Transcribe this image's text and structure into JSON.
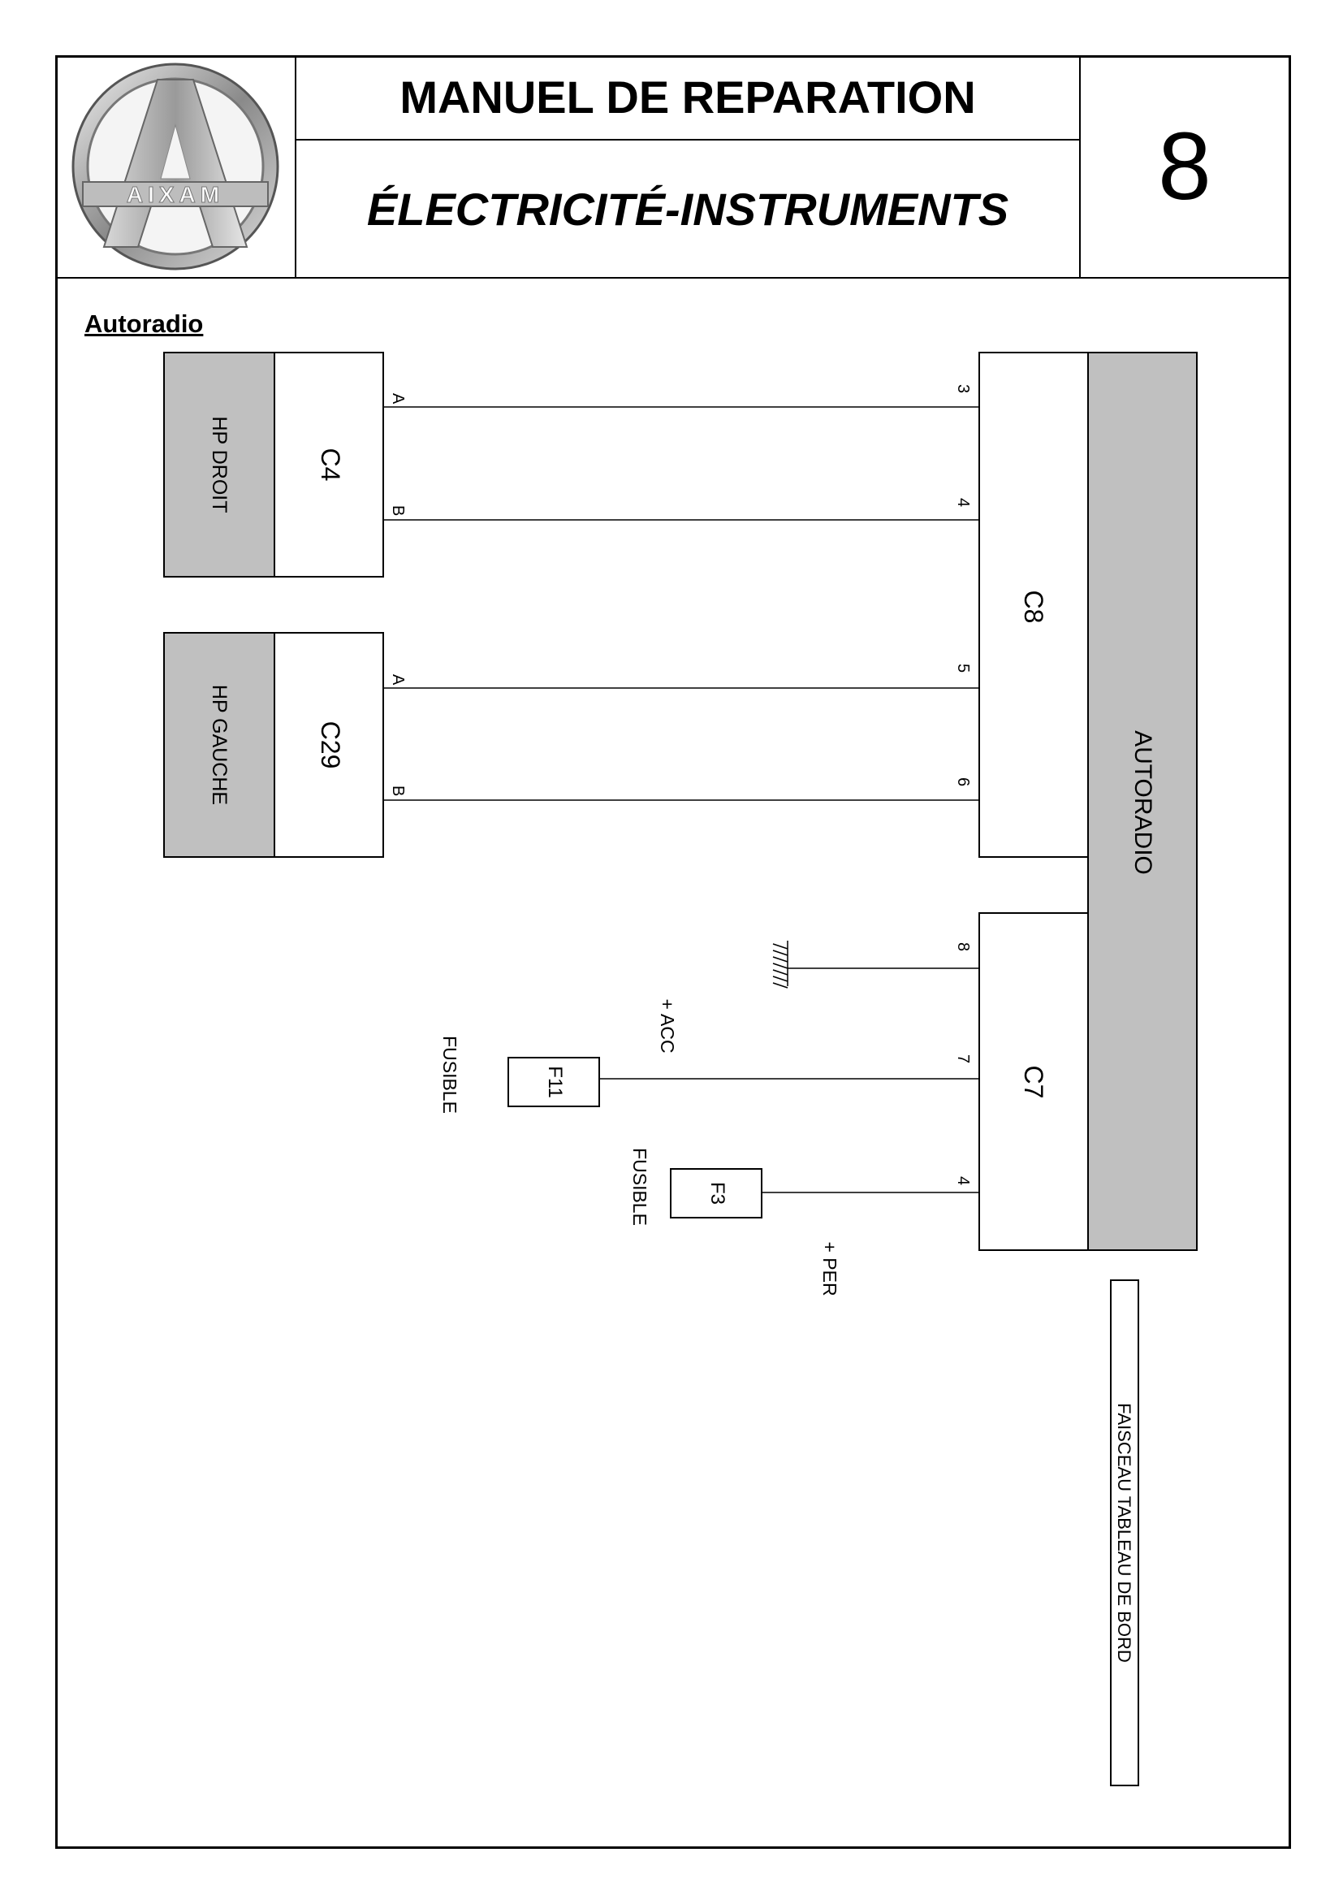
{
  "header": {
    "logo_text": "AIXAM",
    "title": "MANUEL DE REPARATION",
    "subtitle": "ÉLECTRICITÉ-INSTRUMENTS",
    "chapter": "8"
  },
  "section_title": "Autoradio",
  "diagram": {
    "speaker_right": {
      "label": "HP DROIT",
      "connector": "C4",
      "pin_a": "A",
      "pin_b": "B"
    },
    "speaker_left": {
      "label": "HP GAUCHE",
      "connector": "C29",
      "pin_a": "A",
      "pin_b": "B"
    },
    "radio": {
      "label": "AUTORADIO",
      "connector_audio": "C8",
      "connector_power": "C7"
    },
    "c8_pins": [
      "3",
      "4",
      "5",
      "6"
    ],
    "c7_pins": [
      "8",
      "7",
      "4"
    ],
    "fuse_acc": {
      "id": "F11",
      "label": "FUSIBLE",
      "supply": "+ ACC"
    },
    "fuse_per": {
      "id": "F3",
      "label": "FUSIBLE",
      "supply": "+ PER"
    },
    "harness": "FAISCEAU TABLEAU DE BORD"
  },
  "colors": {
    "component_fill": "#c0c0c0",
    "line": "#000000"
  }
}
